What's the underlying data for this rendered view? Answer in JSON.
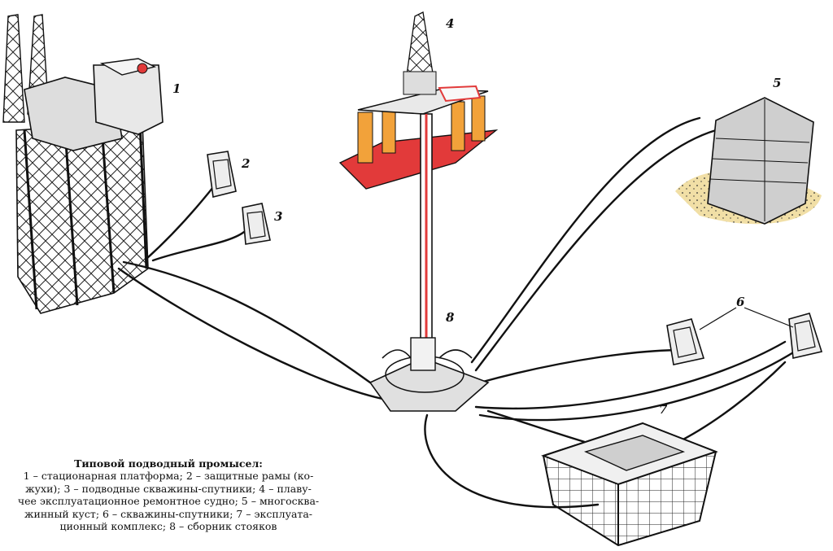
{
  "caption": {
    "title": "Типовой подводный промысел:",
    "lines": [
      "1 – стационарная платформа; 2 – защитные рамы (ко-",
      "жухи); 3 – подводные скважины-спутники; 4 – плаву-",
      "чее эксплуатационное ремонтное судно; 5 – многосква-",
      "жинный куст; 6 – скважины-спутники; 7 – эксплуата-",
      "ционный комплекс; 8 – сборник стояков"
    ]
  },
  "labels": {
    "platform": "1",
    "guard_frame": "2",
    "subsea_well": "3",
    "floating_vessel": "4",
    "well_cluster": "5",
    "satellite_wells": "6",
    "production_complex": "7",
    "riser_manifold": "8"
  },
  "colors": {
    "line": "#111111",
    "vessel_orange": "#f2a23a",
    "vessel_red": "#e23a3a",
    "seabed_sand": "#f1dfa6",
    "structure_gray": "#cfcfcf"
  }
}
